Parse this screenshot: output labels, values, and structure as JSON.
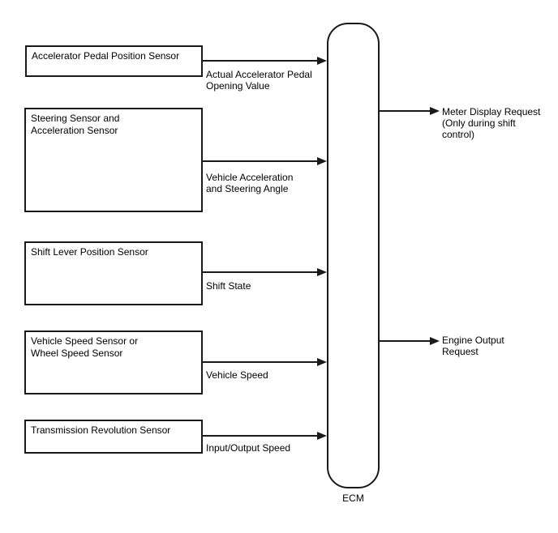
{
  "diagram": {
    "ecm_label": "ECM",
    "inputs": [
      {
        "sensor": "Accelerator Pedal Position Sensor",
        "signal": "Actual Accelerator Pedal\nOpening Value"
      },
      {
        "sensor": "Steering Sensor and\nAcceleration Sensor",
        "signal": "Vehicle Acceleration\nand Steering Angle"
      },
      {
        "sensor": "Shift Lever Position Sensor",
        "signal": "Shift State"
      },
      {
        "sensor": "Vehicle Speed Sensor or\nWheel Speed Sensor",
        "signal": "Vehicle Speed"
      },
      {
        "sensor": "Transmission Revolution Sensor",
        "signal": "Input/Output Speed"
      }
    ],
    "outputs": [
      {
        "signal": "Meter Display Request\n(Only during shift\ncontrol)"
      },
      {
        "signal": "Engine Output\nRequest"
      }
    ],
    "colors": {
      "line": "#1a1a1a",
      "text": "#000000",
      "background": "#ffffff"
    }
  }
}
